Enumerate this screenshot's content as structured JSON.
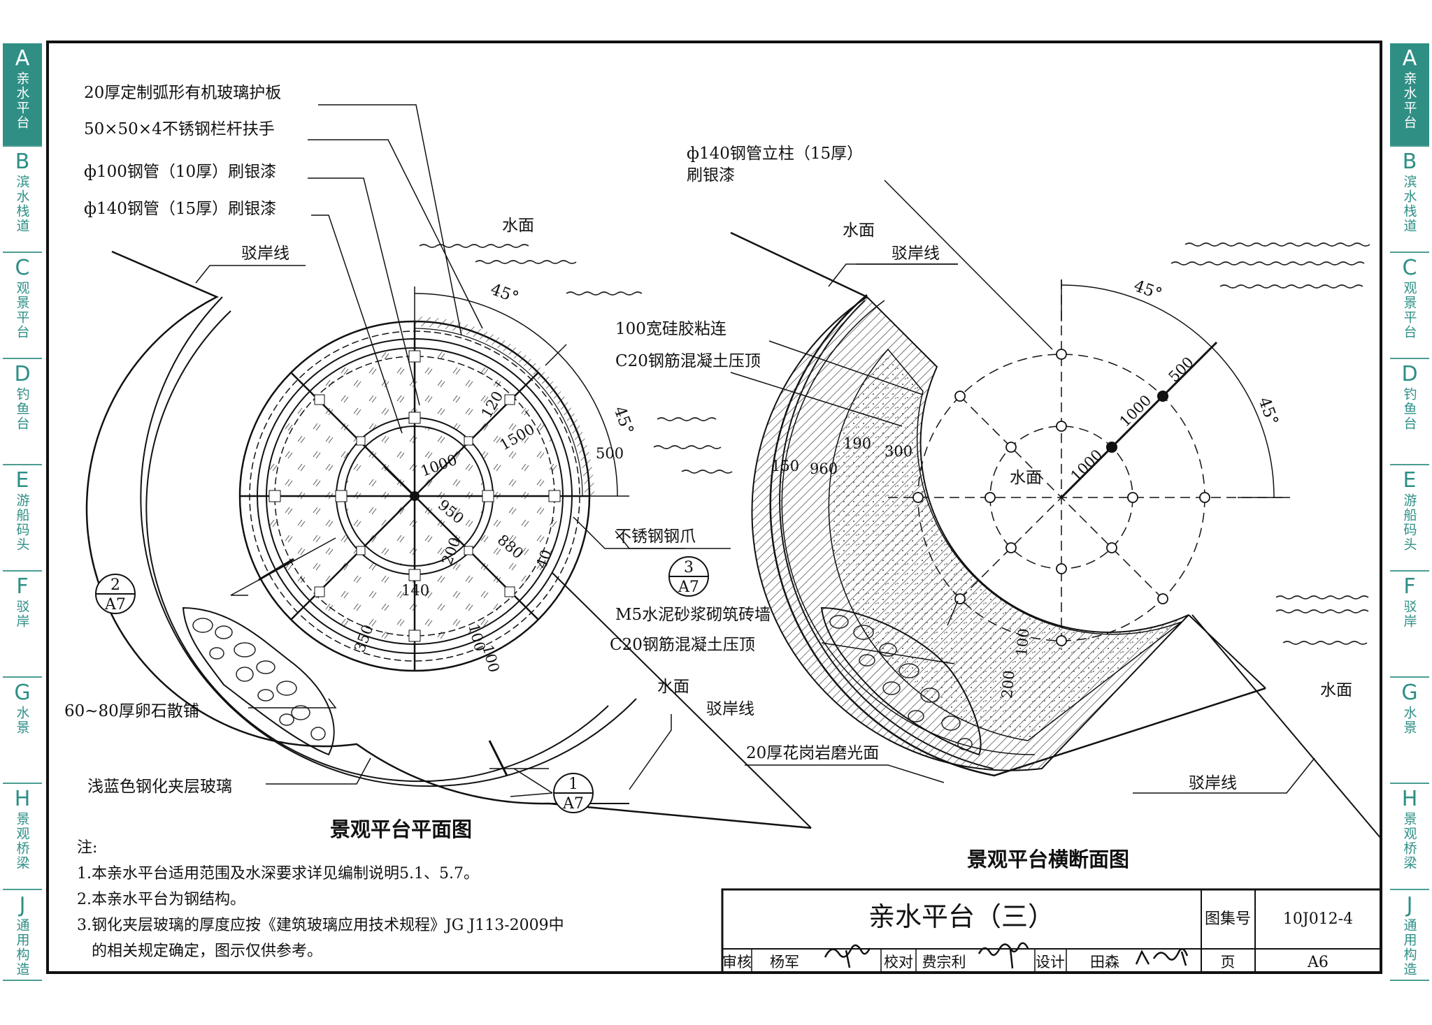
{
  "tabs_left": [
    {
      "letter": "A",
      "text": "亲水平台",
      "active": true
    },
    {
      "letter": "B",
      "text": "滨水栈道",
      "active": false
    },
    {
      "letter": "C",
      "text": "观景平台",
      "active": false
    },
    {
      "letter": "D",
      "text": "钓鱼台",
      "active": false
    },
    {
      "letter": "E",
      "text": "游船码头",
      "active": false
    },
    {
      "letter": "F",
      "text": "驳岸",
      "active": false
    },
    {
      "letter": "G",
      "text": "水景",
      "active": false
    },
    {
      "letter": "H",
      "text": "景观桥梁",
      "active": false
    },
    {
      "letter": "J",
      "text": "通用构造",
      "active": false
    }
  ],
  "plan": {
    "labels": {
      "glass_guard": "20厚定制弧形有机玻璃护板",
      "handrail": "50×50×4不锈钢栏杆扶手",
      "pipe100": "ф100钢管（10厚）刷银漆",
      "pipe140": "ф140钢管（15厚）刷银漆",
      "shoreline1": "驳岸线",
      "water1": "水面",
      "angle1": "45°",
      "angle2": "45°",
      "claw": "不锈钢钢爪",
      "water2": "水面",
      "shoreline2": "驳岸线",
      "pebbles": "60~80厚卵石散铺",
      "glass": "浅蓝色钢化夹层玻璃"
    },
    "dims": {
      "d1000": "1000",
      "d1500": "1500",
      "d120": "120",
      "d500": "500",
      "d950": "950",
      "d880": "880",
      "d40": "40",
      "d140": "140",
      "d200": "200",
      "d100a": "100",
      "d100b": "100",
      "d350": "350"
    },
    "refs": [
      {
        "num": "2",
        "sheet": "A7"
      },
      {
        "num": "3",
        "sheet": "A7"
      },
      {
        "num": "1",
        "sheet": "A7"
      }
    ],
    "title": "景观平台平面图"
  },
  "section": {
    "labels": {
      "column": "ф140钢管立柱（15厚）",
      "column2": "刷银漆",
      "water1": "水面",
      "shoreline1": "驳岸线",
      "angle1": "45°",
      "angle2": "45°",
      "silicone": "100宽硅胶粘连",
      "c20a": "C20钢筋混凝土压顶",
      "water_center": "水面",
      "m5": "M5水泥砂浆砌筑砖墙",
      "c20b": "C20钢筋混凝土压顶",
      "water2": "水面",
      "granite": "20厚花岗岩磨光面",
      "shoreline2": "驳岸线"
    },
    "dims": {
      "d1000a": "1000",
      "d1000b": "1000",
      "d500": "500",
      "d190": "190",
      "d300": "300",
      "d150": "150",
      "d960": "960",
      "d200": "200",
      "d100": "100"
    },
    "title": "景观平台横断面图"
  },
  "notes": {
    "heading": "注:",
    "items": [
      "1.本亲水平台适用范围及水深要求详见编制说明5.1、5.7。",
      "2.本亲水平台为钢结构。",
      "3.钢化夹层玻璃的厚度应按《建筑玻璃应用技术规程》JG J113-2009中",
      "   的相关规定确定，图示仅供参考。"
    ]
  },
  "title_block": {
    "title": "亲水平台（三）",
    "atlas_label": "图集号",
    "atlas_value": "10J012-4",
    "review_label": "审核",
    "reviewer": "杨军",
    "check_label": "校对",
    "checker": "费宗利",
    "design_label": "设计",
    "designer": "田森",
    "page_label": "页",
    "page_value": "A6"
  }
}
